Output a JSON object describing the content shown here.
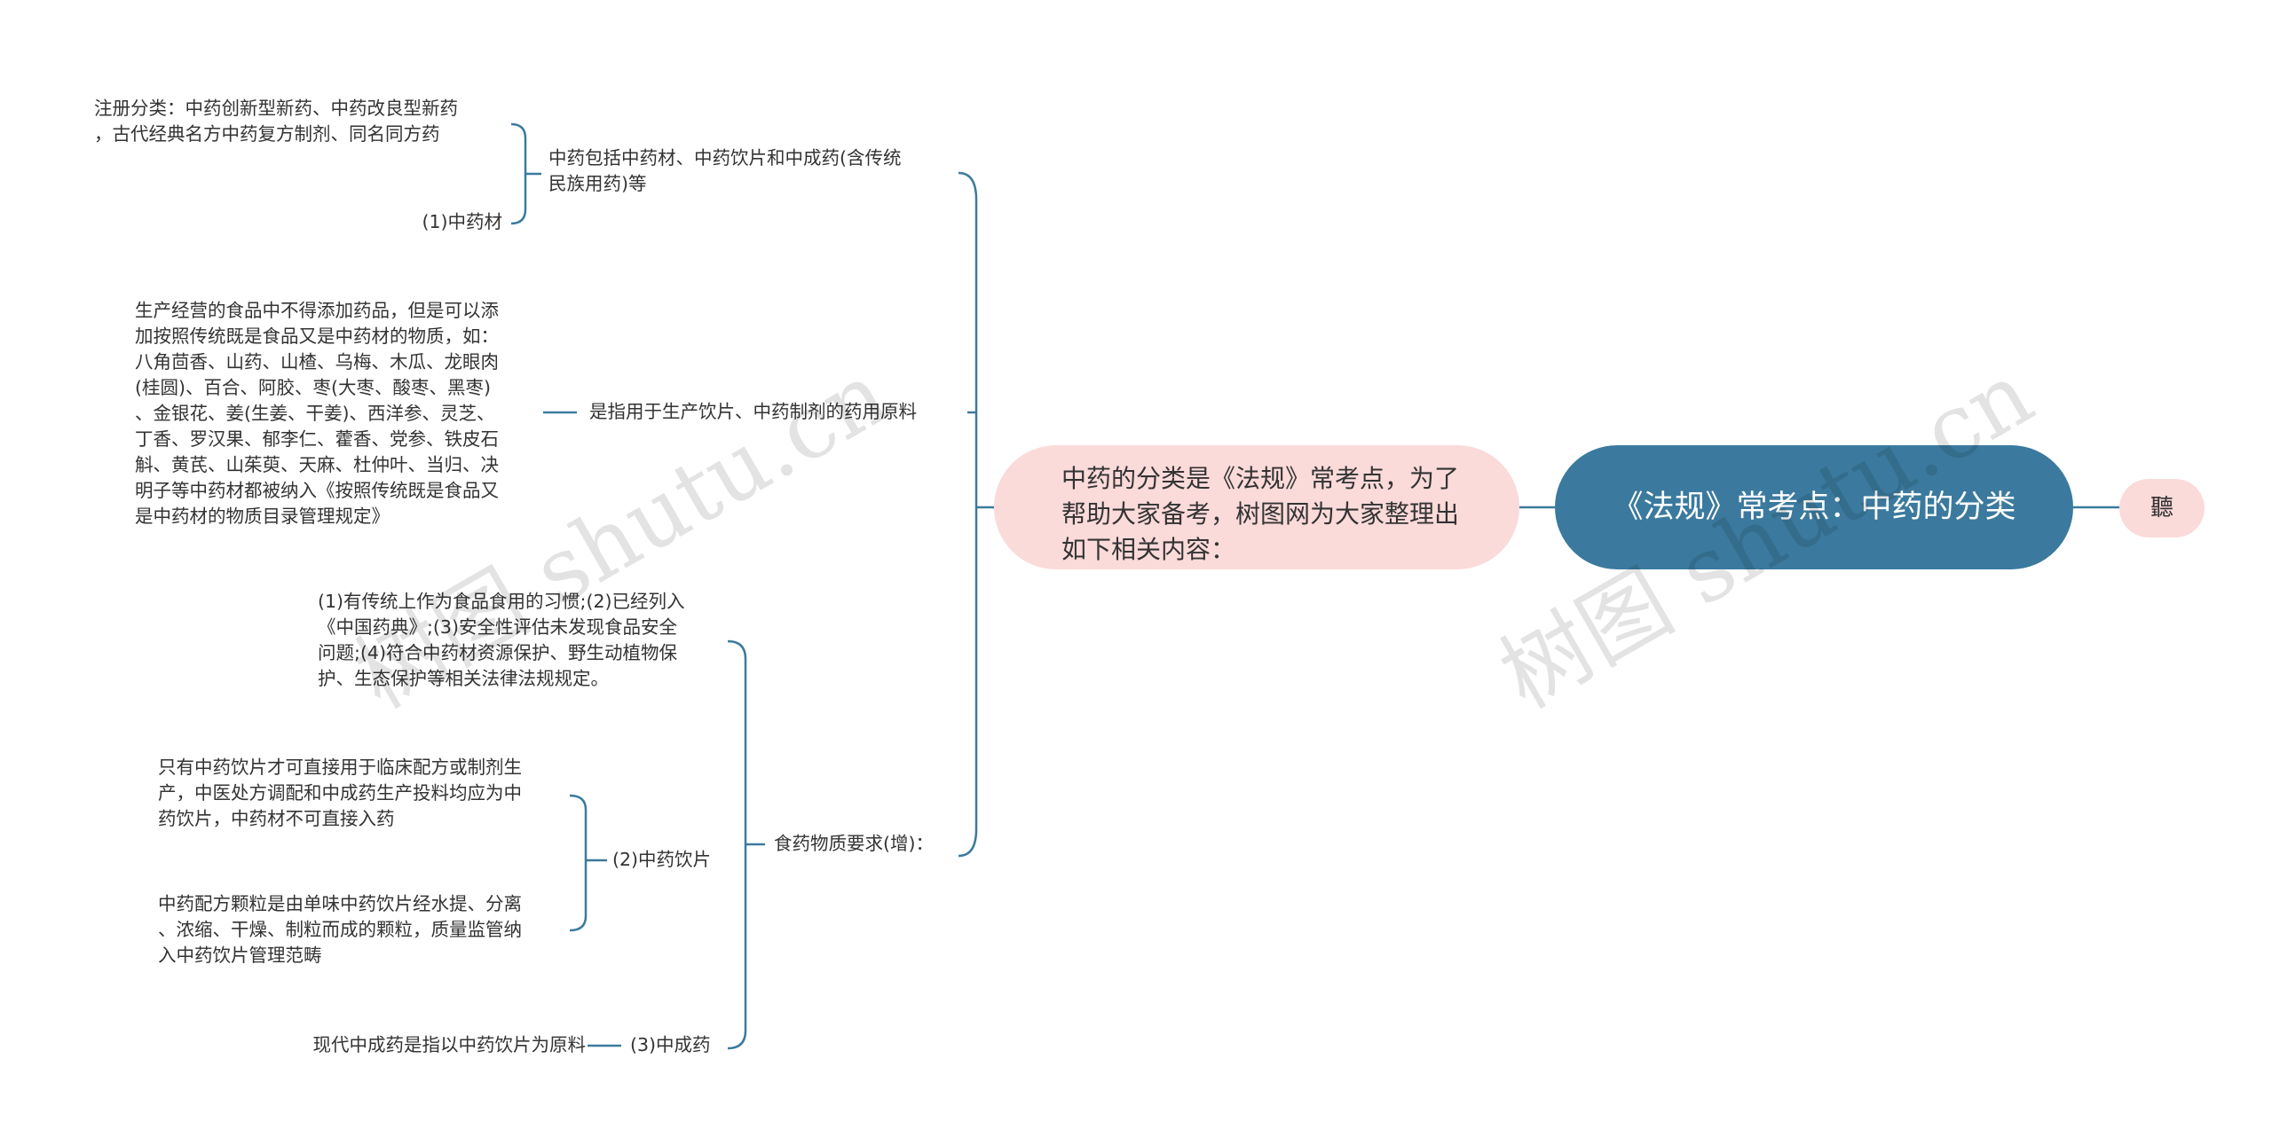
{
  "title": "《法规》常考点：中药的分类",
  "intro": "中药的分类是《法规》常考点，为了帮助大家备考，树图网为大家整理出如下相关内容：",
  "tail": "聽",
  "watermark": "树图 shutu.cn",
  "colors": {
    "root": "#3b7a9e",
    "sub": "#fbdada",
    "line": "#3b7a9e"
  },
  "branches": {
    "b1": {
      "label": "中药包括中药材、中药饮片和中成药(含传统\n民族用药)等",
      "child_registration": "注册分类：中药创新型新药、中药改良型新药\n，古代经典名方中药复方制剂、同名同方药",
      "child_material": "(1)中药材"
    },
    "b2": {
      "label": "是指用于生产饮片、中药制剂的药用原料",
      "child_food": "生产经营的食品中不得添加药品，但是可以添\n加按照传统既是食品又是中药材的物质，如：\n八角茴香、山药、山楂、乌梅、木瓜、龙眼肉\n(桂圆)、百合、阿胶、枣(大枣、酸枣、黑枣)\n、金银花、姜(生姜、干姜)、西洋参、灵芝、\n丁香、罗汉果、郁李仁、藿香、党参、铁皮石\n斛、黄芪、山茱萸、天麻、杜仲叶、当归、决\n明子等中药材都被纳入《按照传统既是食品又\n是中药材的物质目录管理规定》"
    },
    "b3": {
      "label": "食药物质要求(增)：",
      "child_conditions": "(1)有传统上作为食品食用的习惯;(2)已经列入\n《中国药典》;(3)安全性评估未发现食品安全\n问题;(4)符合中药材资源保护、野生动植物保\n护、生态保护等相关法律法规规定。",
      "child_slices": {
        "label": "(2)中药饮片",
        "item_direct": "只有中药饮片才可直接用于临床配方或制剂生\n产，中医处方调配和中成药生产投料均应为中\n药饮片，中药材不可直接入药",
        "item_granules": "中药配方颗粒是由单味中药饮片经水提、分离\n、浓缩、干燥、制粒而成的颗粒，质量监管纳\n入中药饮片管理范畴"
      },
      "child_patent": {
        "label": "(3)中成药",
        "item": "现代中成药是指以中药饮片为原料"
      }
    }
  }
}
